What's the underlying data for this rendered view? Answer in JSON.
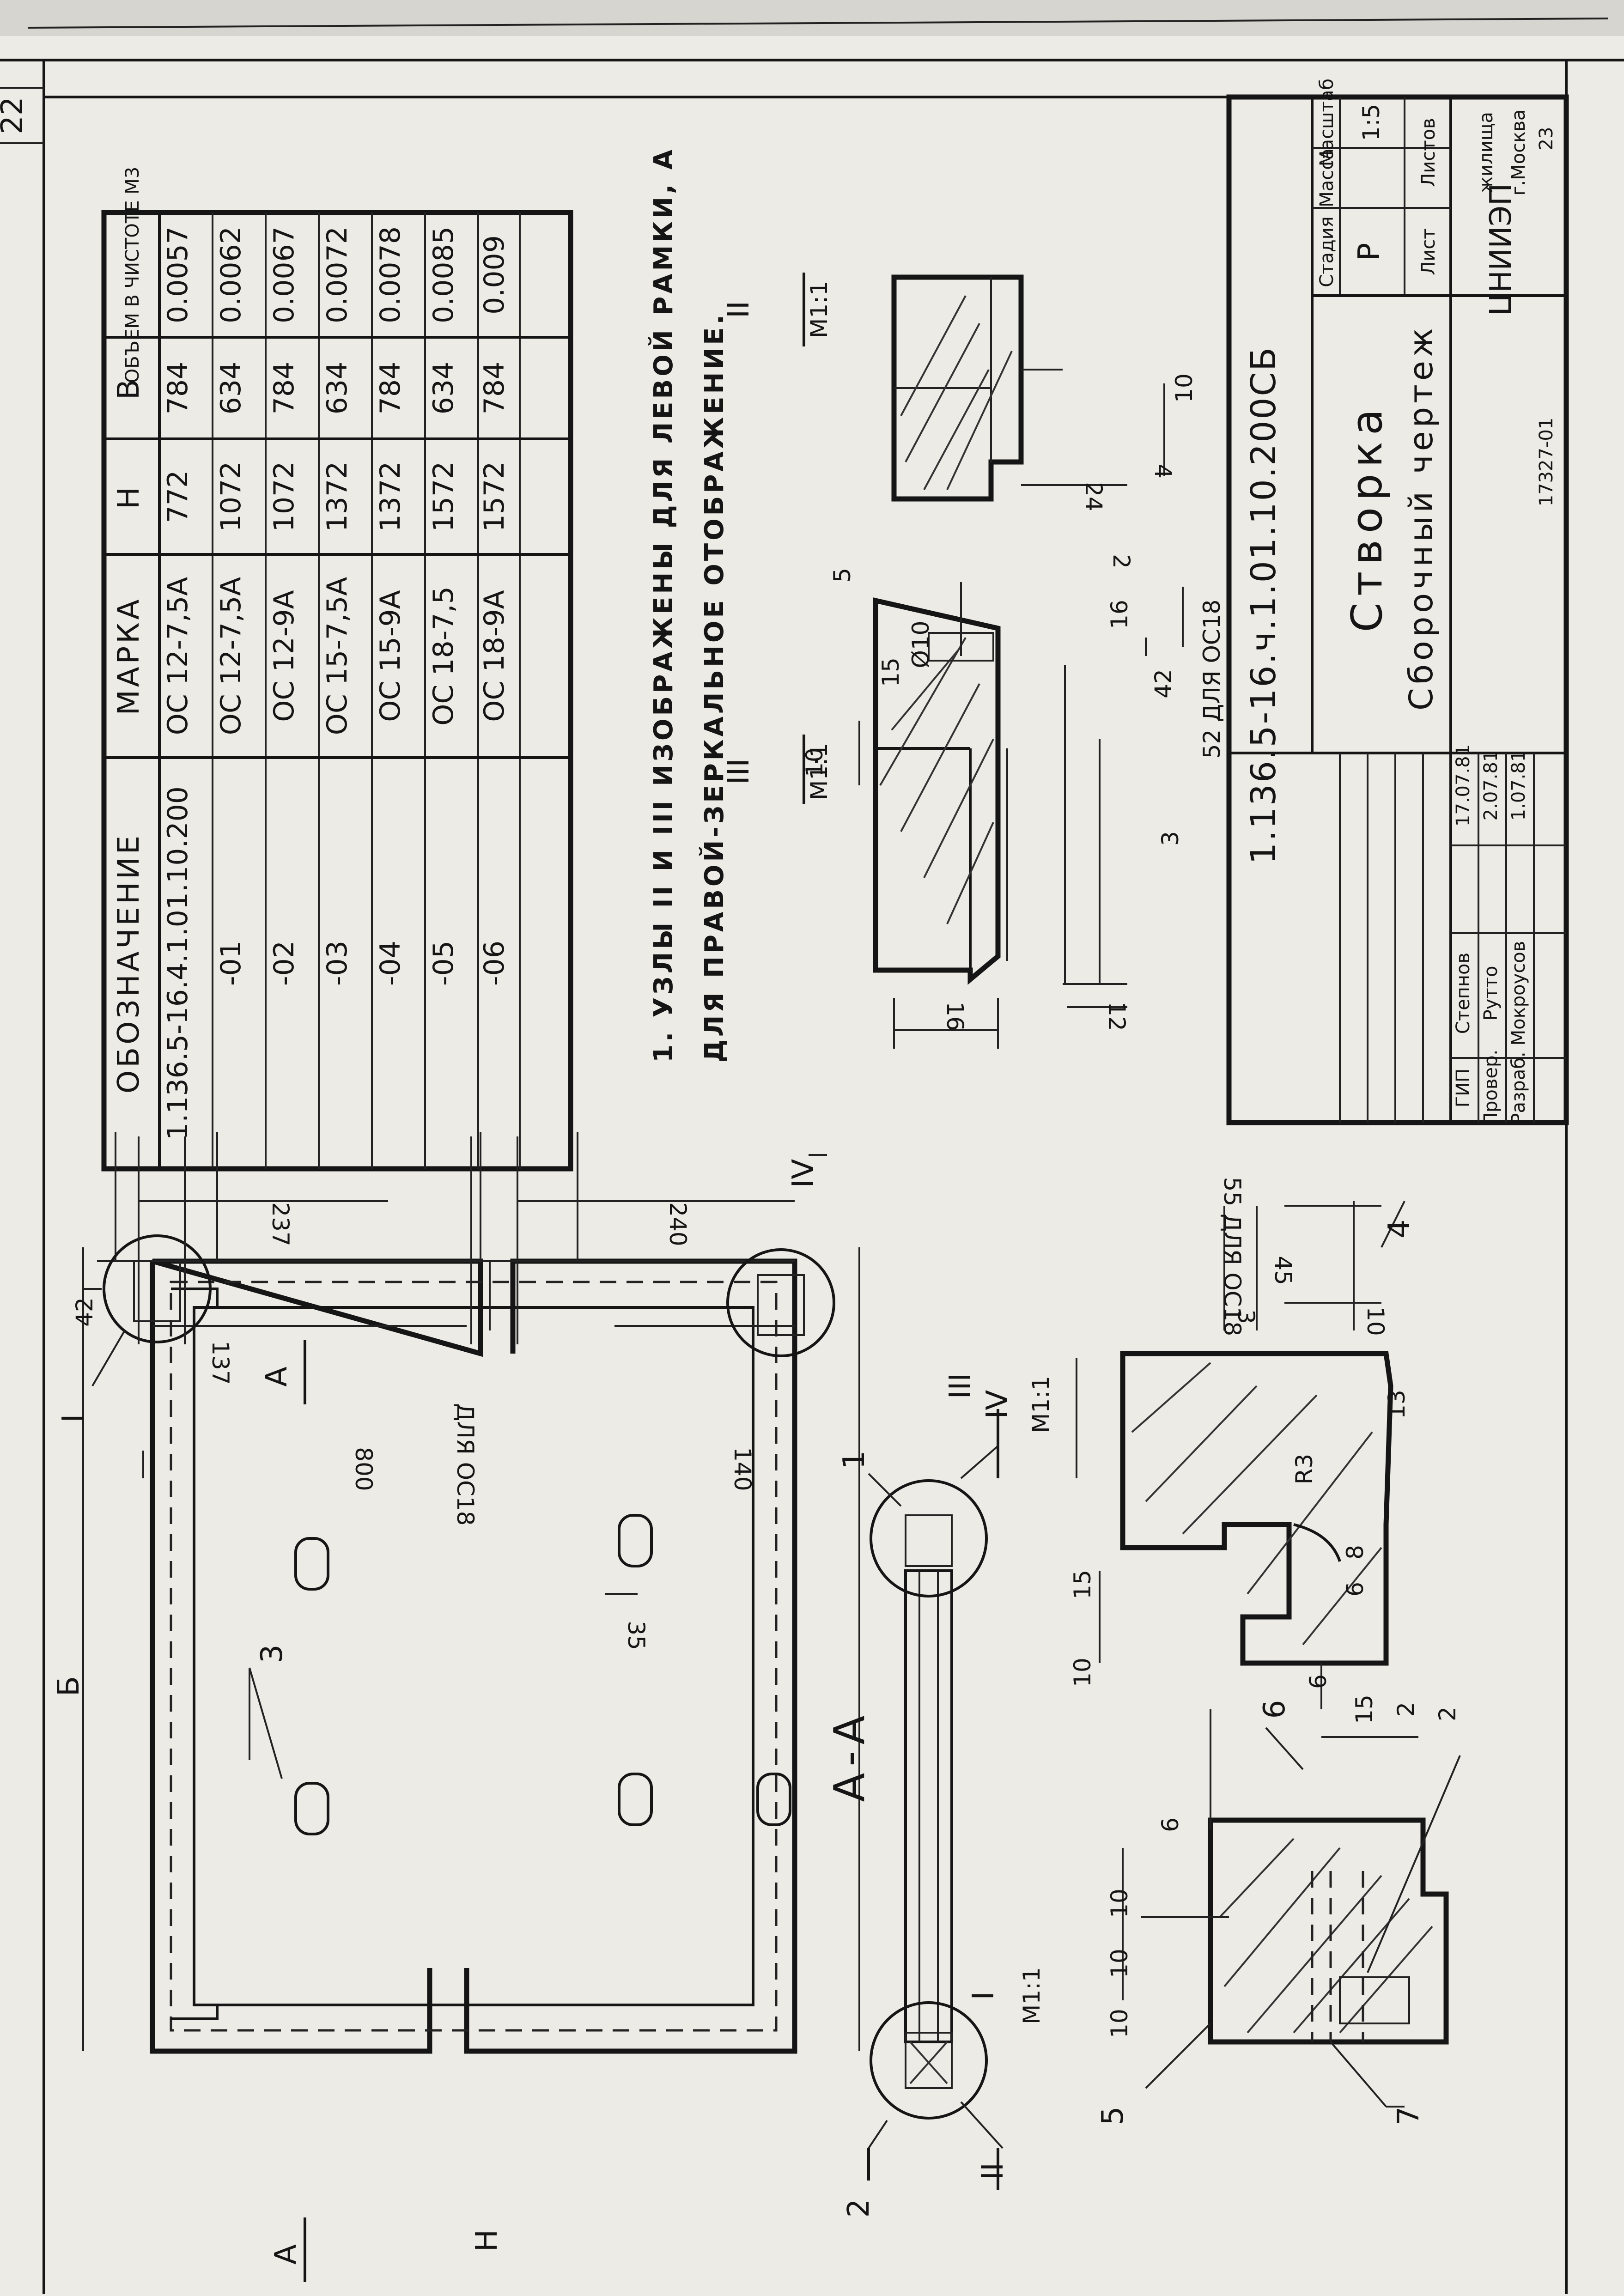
{
  "sheet": {
    "page_number": "22",
    "archive_number": "17327-01",
    "format_number": "23"
  },
  "spec_table": {
    "headers": [
      "ОБОЗНАЧЕНИЕ",
      "МАРКА",
      "H",
      "B",
      "ОБЪЕМ В ЧИСТОТЕ М3"
    ],
    "rows": [
      [
        "1.136.5-16.4.1.01.10.200",
        "ОС 12-7,5А",
        "772",
        "784",
        "0.0057"
      ],
      [
        "-01",
        "ОС 12-7,5А",
        "1072",
        "634",
        "0.0062"
      ],
      [
        "-02",
        "ОС 12-9А",
        "1072",
        "784",
        "0.0067"
      ],
      [
        "-03",
        "ОС 15-7,5А",
        "1372",
        "634",
        "0.0072"
      ],
      [
        "-04",
        "ОС 15-9А",
        "1372",
        "784",
        "0.0078"
      ],
      [
        "-05",
        "ОС 18-7,5",
        "1572",
        "634",
        "0.0085"
      ],
      [
        "-06",
        "ОС 18-9А",
        "1572",
        "784",
        "0.009"
      ]
    ]
  },
  "note": {
    "line1": "1. УЗЛЫ II И III ИЗОБРАЖЕНЫ ДЛЯ ЛЕВОЙ РАМКИ, А",
    "line2": "ДЛЯ ПРАВОЙ-ЗЕРКАЛЬНОЕ ОТОБРАЖЕНИЕ."
  },
  "views": {
    "main_B": "Б",
    "main_H": "Н",
    "section_AA": "А-А",
    "cut_A_top": "А",
    "cut_A_bottom": "А",
    "node_I": "I",
    "node_II": "II",
    "node_III": "III",
    "node_IV": "IV",
    "scale": "М1:1",
    "pos_1": "1",
    "pos_2": "2",
    "pos_3": "3",
    "pos_4": "4",
    "pos_5": "5",
    "pos_6": "6",
    "pos_7": "7",
    "radius": "R3"
  },
  "dims": {
    "d237": "237",
    "d240": "240",
    "d42": "42",
    "d137": "137",
    "d800": "800",
    "for_OC18": "ДЛЯ ОС18",
    "d140": "140",
    "d35": "35",
    "n2_16": "16",
    "n2_12": "12",
    "n2_10": "10",
    "n2_24": "24",
    "n2_4": "4",
    "n2_2": "2",
    "n3_10": "10",
    "n3_5": "5",
    "n3_15": "15",
    "n3_d10": "Ø10",
    "n3_16": "16",
    "n3_42": "42",
    "n3_52": "52 ДЛЯ ОС18",
    "n3_3": "3",
    "n4_10": "10",
    "n4_6": "6",
    "n4_15": "15",
    "n4_6b": "6",
    "n4_8": "8",
    "n4_13": "13",
    "n4_3": "3",
    "n4_45": "45",
    "n4_55": "55 ДЛЯ ОС18",
    "n4_10b": "10",
    "n1_10a": "10",
    "n1_10b": "10",
    "n1_10c": "10",
    "n1_6": "6",
    "n1_15": "15",
    "n1_2": "2",
    "n1_2b": "2"
  },
  "title_block": {
    "code": "1.136.5-16.ч.1.01.10.200СБ",
    "title": "Створка",
    "subtitle": "Сборочный чертеж",
    "stage_label": "Стадия",
    "mass_label": "Масса",
    "scale_label": "Масштаб",
    "stage": "Р",
    "scale": "1:5",
    "sheet_label": "Лист",
    "sheets_label": "Листов",
    "org": "ЦНИИЭП",
    "org_suffix": "жилища",
    "city": "г.Москва",
    "roles": [
      {
        "role": "ГИП",
        "name": "Степнов",
        "date": "17.07.81"
      },
      {
        "role": "Провер.",
        "name": "Рутто",
        "date": "2.07.81"
      },
      {
        "role": "Разраб.",
        "name": "Мокроусов",
        "date": "1.07.81"
      }
    ]
  }
}
